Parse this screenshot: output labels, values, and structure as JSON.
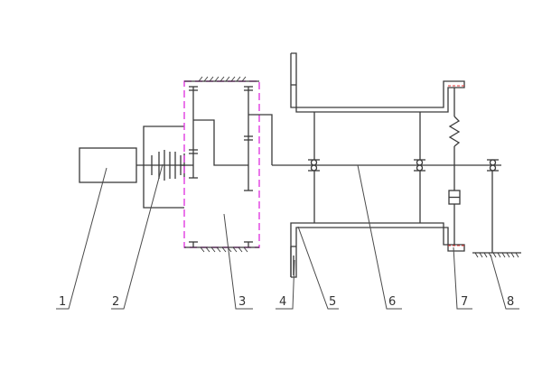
{
  "diagram": {
    "title": "",
    "type": "mechanical transmission schematic",
    "colors": {
      "line": "#3a3a3a",
      "boundary_dashed": "#e03ce0",
      "friction_surface": "#e03030",
      "background": "#ffffff"
    },
    "components": [
      {
        "id": "1",
        "label": "1",
        "description": "motor block"
      },
      {
        "id": "2",
        "label": "2",
        "description": "clutch / coupling plates"
      },
      {
        "id": "3",
        "label": "3",
        "description": "planetary gearbox (dashed boundary)"
      },
      {
        "id": "4",
        "label": "4",
        "description": "brake lever"
      },
      {
        "id": "5",
        "label": "5",
        "description": "drum / rotor frame"
      },
      {
        "id": "6",
        "label": "6",
        "description": "main shaft with bearings"
      },
      {
        "id": "7",
        "label": "7",
        "description": "spring-damper with friction pads"
      },
      {
        "id": "8",
        "label": "8",
        "description": "ground support"
      }
    ]
  }
}
